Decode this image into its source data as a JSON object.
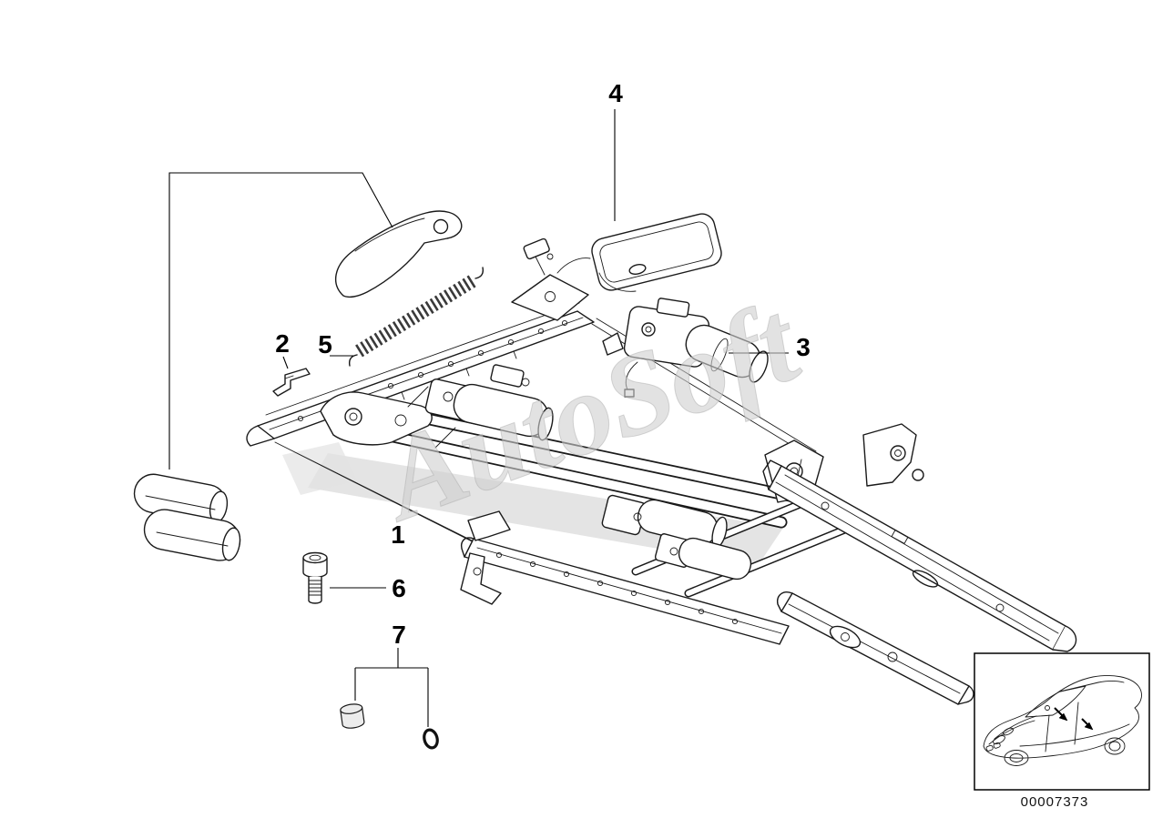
{
  "page": {
    "background": "#ffffff",
    "line_color": "#1a1a1a",
    "watermark_color": "#cfcfcf"
  },
  "diagram": {
    "watermark": "AutoSoft",
    "doc_number": "00007373",
    "callouts": [
      {
        "label": "1"
      },
      {
        "label": "2"
      },
      {
        "label": "3"
      },
      {
        "label": "4"
      },
      {
        "label": "5"
      },
      {
        "label": "6"
      },
      {
        "label": "7"
      }
    ]
  }
}
